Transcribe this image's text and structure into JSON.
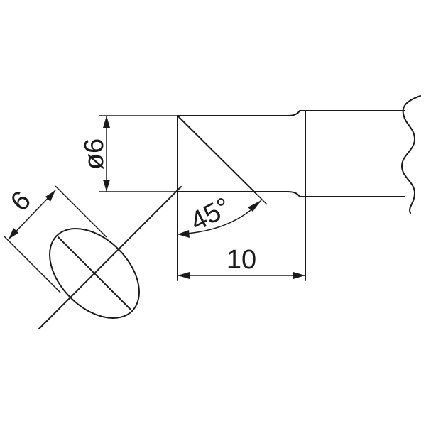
{
  "labels": {
    "diameter": "ø6",
    "width": "6",
    "angle": "45°",
    "length": "10"
  }
}
